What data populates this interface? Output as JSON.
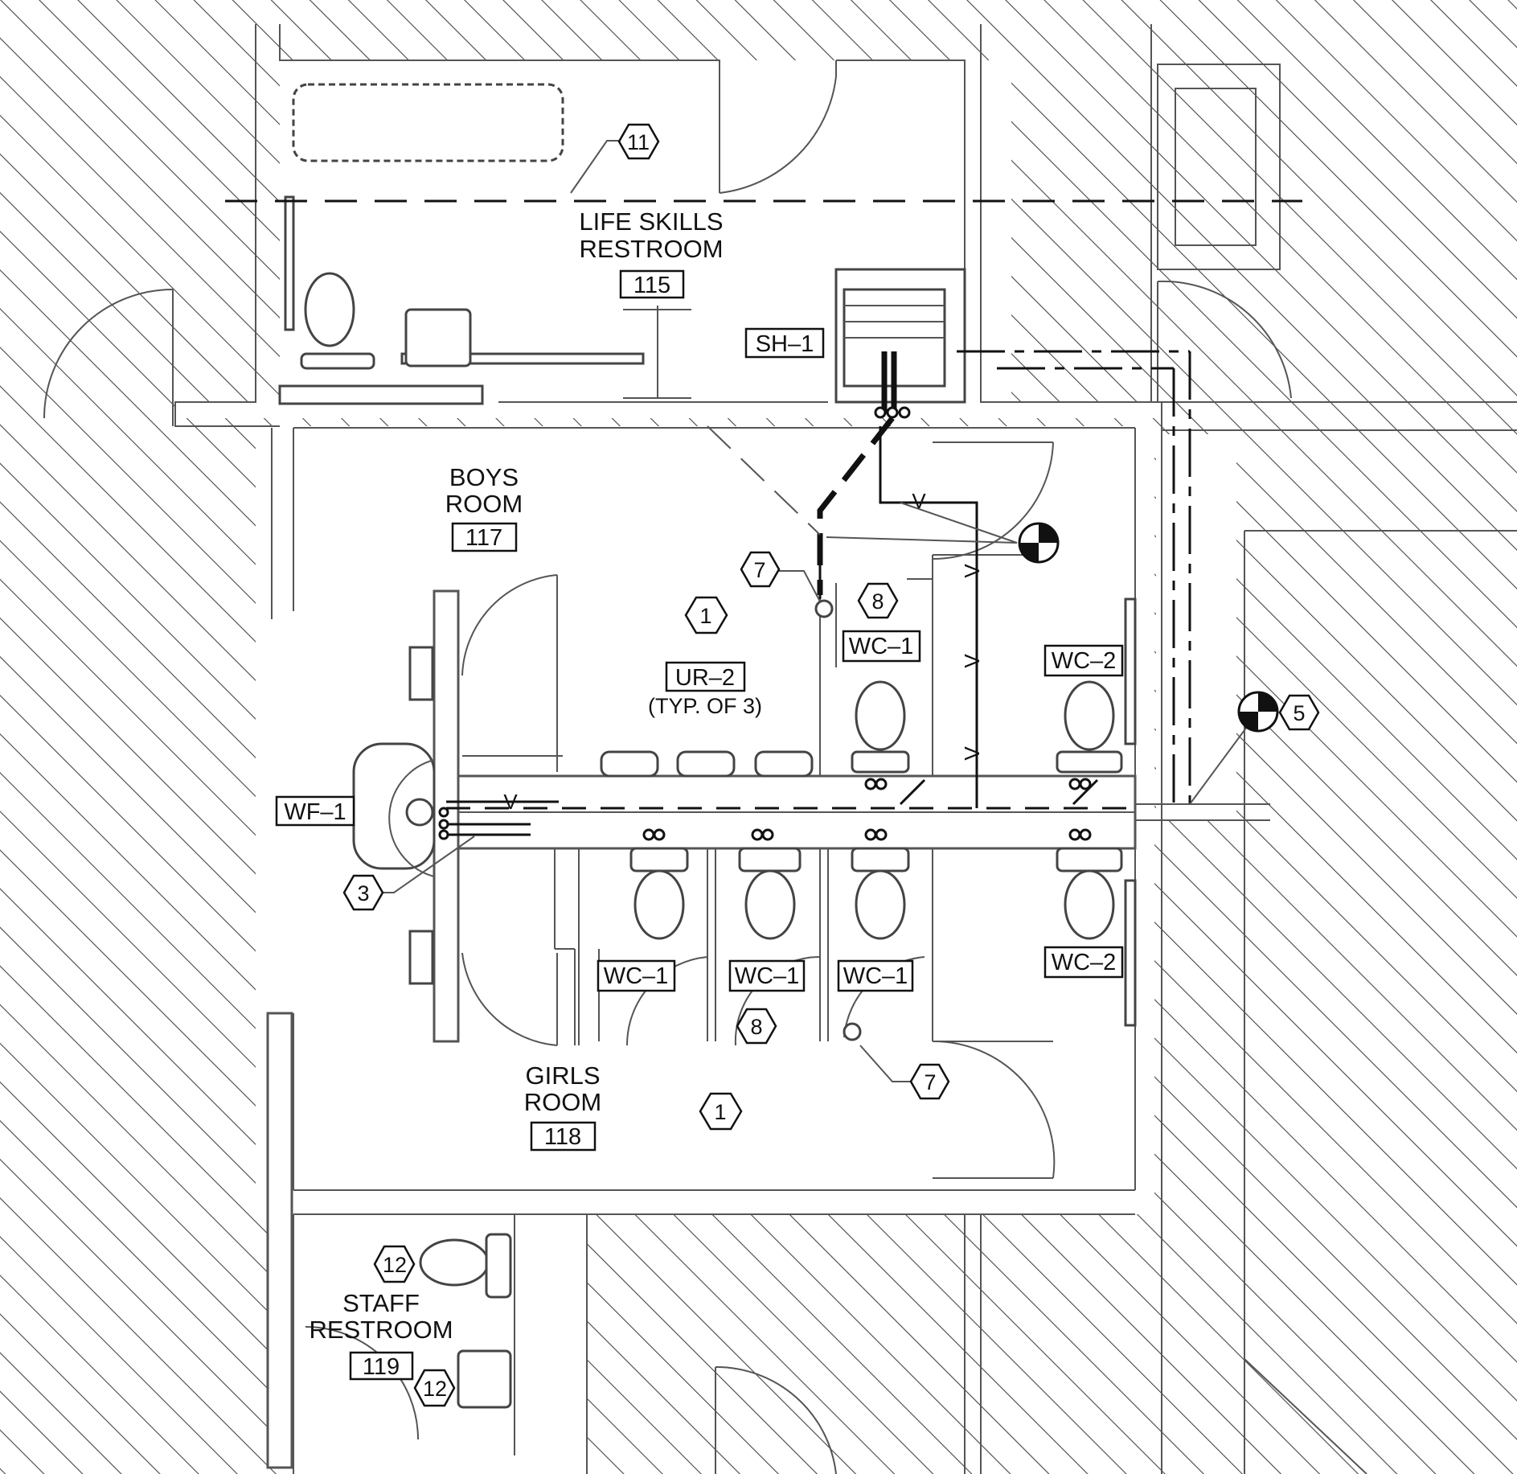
{
  "rooms": [
    {
      "name_line1": "LIFE SKILLS",
      "name_line2": "RESTROOM",
      "number": "115"
    },
    {
      "name_line1": "BOYS",
      "name_line2": "ROOM",
      "number": "117"
    },
    {
      "name_line1": "GIRLS",
      "name_line2": "ROOM",
      "number": "118"
    },
    {
      "name_line1": "STAFF",
      "name_line2": "RESTROOM",
      "number": "119"
    }
  ],
  "fixture_tags": {
    "sh1": "SH–1",
    "wf1": "WF–1",
    "ur2": "UR–2",
    "ur2_note": "(TYP. OF 3)",
    "wc1": "WC–1",
    "wc2": "WC–2"
  },
  "keynotes": {
    "k1": "1",
    "k3": "3",
    "k5": "5",
    "k7": "7",
    "k8": "8",
    "k11": "11",
    "k12": "12"
  },
  "pipe_labels": {
    "vent": "V"
  },
  "colors": {
    "line": "#555555",
    "pipe": "#111111",
    "hatch": "#444444",
    "background": "#ffffff"
  }
}
